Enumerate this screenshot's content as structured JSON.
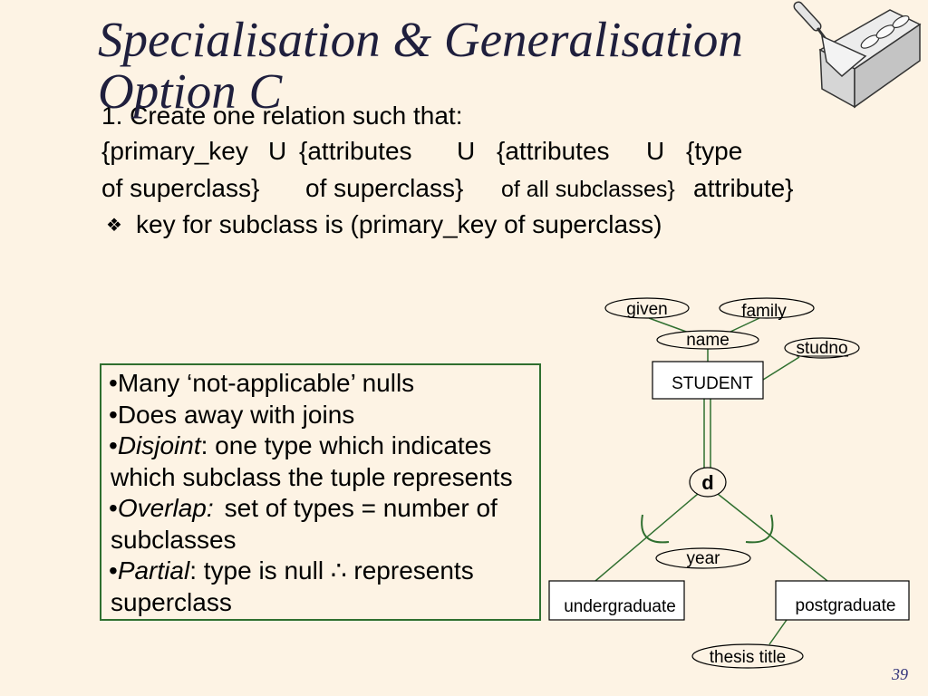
{
  "slide": {
    "title_line1": "Specialisation & Generalisation",
    "title_line2": "Option C",
    "page_number": "39"
  },
  "relation": {
    "intro": "1. Create one relation such that:",
    "row1": [
      "{primary_key",
      "U",
      "{attributes",
      "U",
      "{attributes",
      "U",
      "{type"
    ],
    "row2": [
      "of superclass}",
      "of superclass}",
      "of all subclasses}",
      "attribute}"
    ],
    "bullet_symbol": "❖",
    "key_note": "key for subclass is (primary_key of superclass)"
  },
  "notes": {
    "items": [
      {
        "bullet": "•",
        "text": "Many ‘not-applicable’ nulls"
      },
      {
        "bullet": "•",
        "text": "Does away with joins"
      },
      {
        "bullet": "•",
        "term": "Disjoint",
        "text": ": one type which indicates",
        "continued": "which subclass the tuple represents"
      },
      {
        "bullet": "•",
        "term": "Overlap:",
        "text": "set of types = number of",
        "continued": "subclasses"
      },
      {
        "bullet": "•",
        "term": "Partial",
        "text": ": type is null ∴ represents",
        "continued": "superclass"
      }
    ]
  },
  "er_diagram": {
    "superclass": "STUDENT",
    "subclasses": [
      "undergraduate",
      "postgraduate"
    ],
    "constraint": "d",
    "attributes": {
      "given": "given",
      "family": "family",
      "name": "name",
      "studno": "studno",
      "year": "year",
      "thesis_title": "thesis title"
    }
  },
  "icons": {
    "clipart": "brick-trowel-icon"
  },
  "colors": {
    "background": "#fdf3e4",
    "title": "#1f1f3d",
    "connector": "#2f6f2f",
    "page_number": "#33337a"
  }
}
